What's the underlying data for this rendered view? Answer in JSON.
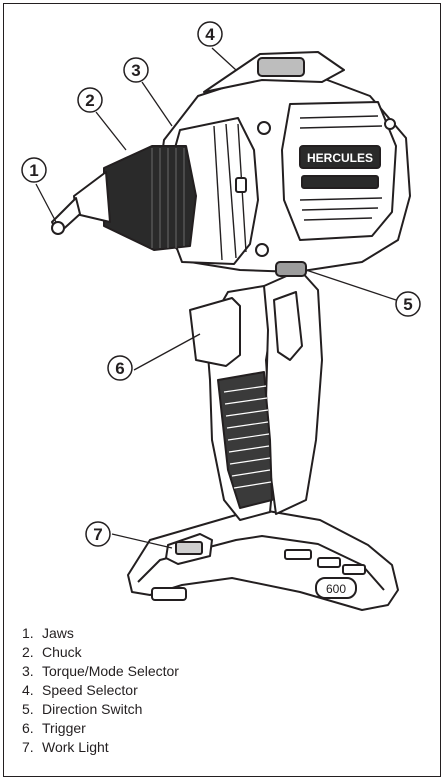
{
  "callouts": [
    {
      "number": "1"
    },
    {
      "number": "2"
    },
    {
      "number": "3"
    },
    {
      "number": "4"
    },
    {
      "number": "5"
    },
    {
      "number": "6"
    },
    {
      "number": "7"
    }
  ],
  "brand_text": "HERCULES",
  "battery_badge_text": "600",
  "legend": [
    {
      "number": "1.",
      "label": "Jaws"
    },
    {
      "number": "2.",
      "label": "Chuck"
    },
    {
      "number": "3.",
      "label": "Torque/Mode Selector"
    },
    {
      "number": "4.",
      "label": "Speed Selector"
    },
    {
      "number": "5.",
      "label": "Direction Switch"
    },
    {
      "number": "6.",
      "label": "Trigger"
    },
    {
      "number": "7.",
      "label": "Work Light"
    }
  ],
  "colors": {
    "line": "#231f20",
    "grip": "#3a3a3a",
    "chuck": "#2a2a2a"
  }
}
